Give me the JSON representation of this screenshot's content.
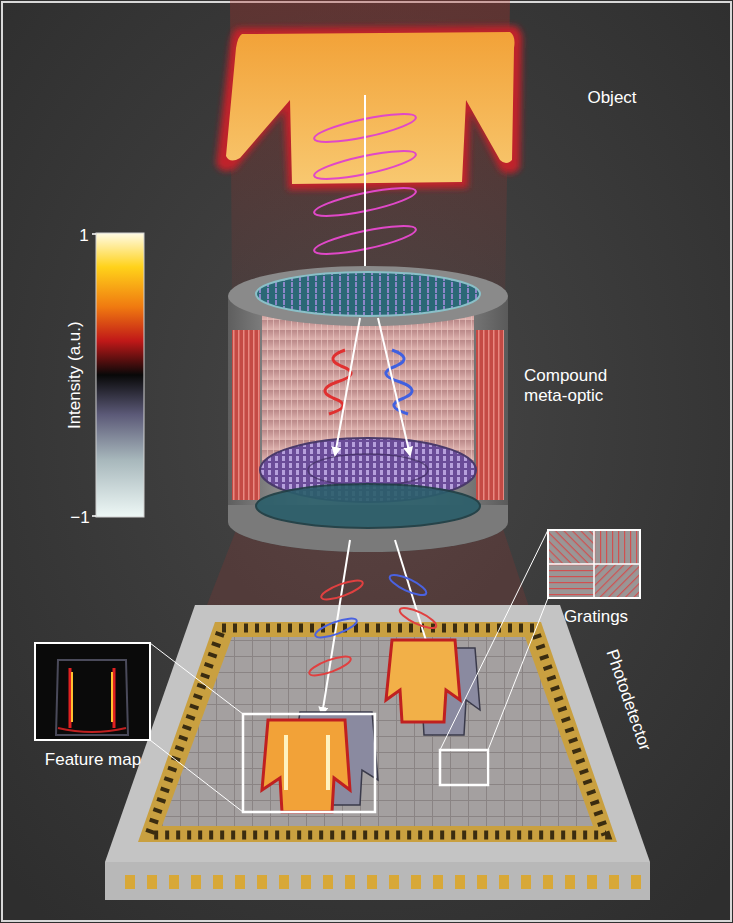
{
  "diagram": {
    "labels": [
      "Object",
      "1",
      "Intensity (a.u.)",
      "−1",
      "Compound meta-optic",
      "Gratings",
      "Feature map",
      "Photodetector"
    ]
  }
}
